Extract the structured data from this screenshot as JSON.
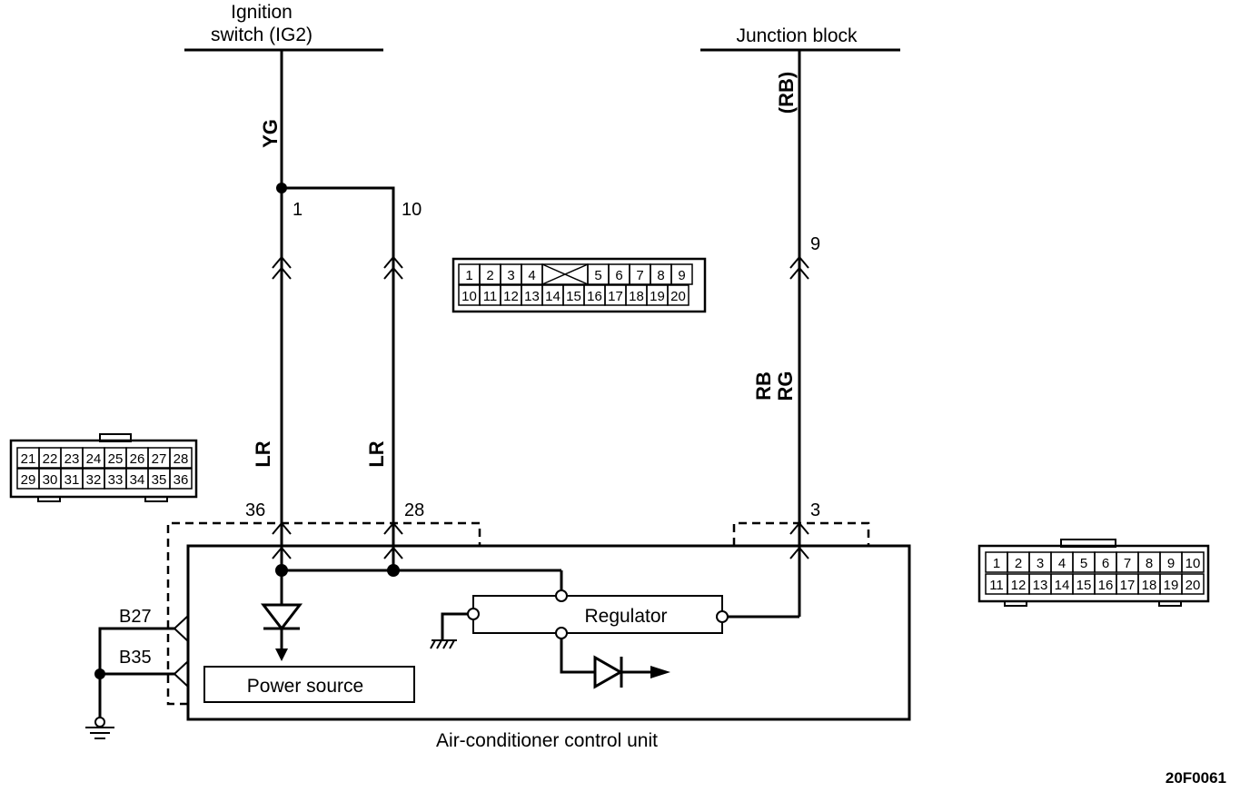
{
  "labels": {
    "ignition_line1": "Ignition",
    "ignition_line2": "switch (IG2)",
    "junction_block": "Junction block",
    "control_unit": "Air-conditioner control unit",
    "power_source": "Power source",
    "regulator": "Regulator",
    "figure_code": "20F0061"
  },
  "wires": {
    "yg": "YG",
    "rb_paren": "(RB)",
    "lr_left": "LR",
    "lr_right": "LR",
    "rb": "RB",
    "rg": "RG"
  },
  "pins": {
    "p1": "1",
    "p10": "10",
    "p9": "9",
    "p36": "36",
    "p28": "28",
    "p3": "3",
    "b27": "B27",
    "b35": "B35"
  },
  "connectors": {
    "top": {
      "row1": [
        "1",
        "2",
        "3",
        "4",
        "",
        "5",
        "6",
        "7",
        "8",
        "9"
      ],
      "row2": [
        "10",
        "11",
        "12",
        "13",
        "14",
        "15",
        "16",
        "17",
        "18",
        "19",
        "20"
      ]
    },
    "left": {
      "row1": [
        "21",
        "22",
        "23",
        "24",
        "25",
        "26",
        "27",
        "28"
      ],
      "row2": [
        "29",
        "30",
        "31",
        "32",
        "33",
        "34",
        "35",
        "36"
      ]
    },
    "right": {
      "row1": [
        "1",
        "2",
        "3",
        "4",
        "5",
        "6",
        "7",
        "8",
        "9",
        "10"
      ],
      "row2": [
        "11",
        "12",
        "13",
        "14",
        "15",
        "16",
        "17",
        "18",
        "19",
        "20"
      ]
    }
  }
}
